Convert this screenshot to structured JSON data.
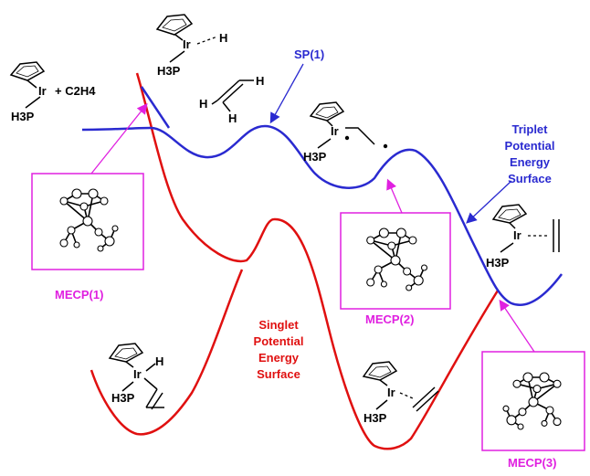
{
  "colors": {
    "singlet": "#e01010",
    "triplet": "#2a2ad0",
    "mecp": "#e020e0",
    "sp_label": "#2a2ad0",
    "ink": "#000000"
  },
  "labels": {
    "sp": "SP(1)",
    "triplet_lines": [
      "Triplet",
      "Potential",
      "Energy",
      "Surface"
    ],
    "singlet_lines": [
      "Singlet",
      "Potential",
      "Energy",
      "Surface"
    ],
    "mecp1": "MECP(1)",
    "mecp2": "MECP(2)",
    "mecp3": "MECP(3)"
  },
  "chem": {
    "ir": "Ir",
    "h3p": "H3P",
    "plus_c2h4": "+ C2H4",
    "h": "H"
  },
  "icons": {
    "cp_ring": "cyclopentadienyl-ring-icon",
    "molecule": "ball-and-stick-molecule-icon",
    "alkene": "ethylene-double-bond-icon",
    "radical": "radical-dot-icon"
  }
}
